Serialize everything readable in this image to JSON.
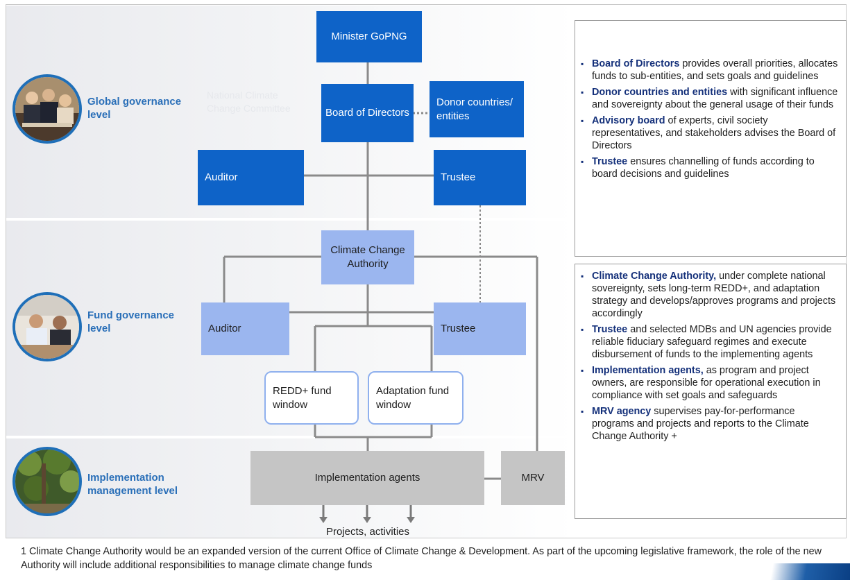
{
  "levels": {
    "global": "Global governance level",
    "fund": "Fund governance level",
    "implementation": "Implementation management level"
  },
  "ghost_text": "National Climate Change Committee",
  "nodes": {
    "minister": "Minister GoPNG",
    "board": "Board of Directors",
    "donor": "Donor countries/ entities",
    "auditor_top": "Auditor",
    "trustee_top": "Trustee",
    "cca": "Climate Change Authority",
    "auditor_fund": "Auditor",
    "trustee_fund": "Trustee",
    "redd_window": "REDD+ fund window",
    "adaptation_window": "Adaptation fund window",
    "agents": "Implementation agents",
    "mrv": "MRV",
    "projects": "Projects, activities"
  },
  "panel_top": [
    {
      "key": "Board of Directors",
      "text": " provides overall priorities, allocates funds to sub-entities, and sets goals and guidelines"
    },
    {
      "key": "Donor countries and entities",
      "text": " with significant influence and sovereignty about the general usage of their funds"
    },
    {
      "key": "Advisory board",
      "text": " of experts, civil society representatives, and stakeholders advises the Board of Directors"
    },
    {
      "key": "Trustee",
      "text": " ensures channelling of funds according to board decisions and guidelines"
    }
  ],
  "panel_bottom": [
    {
      "key": "Climate Change Authority,",
      "text": " under complete national sovereignty, sets long-term REDD+, and adaptation strategy and develops/approves programs and projects accordingly"
    },
    {
      "key": "Trustee",
      "text": " and selected MDBs and UN agencies provide reliable fiduciary safeguard regimes and execute disbursement of funds to the implementing agents"
    },
    {
      "key": "Implementation agents,",
      "text": " as program and project owners, are responsible for operational execution in compliance with set goals and safeguards"
    },
    {
      "key": "MRV agency",
      "text": " supervises pay-for-performance programs and projects and reports to the Climate Change Authority +"
    }
  ],
  "footnote": "1 Climate Change Authority would be an expanded version of the current Office of Climate Change & Development. As part of the upcoming legislative framework, the role of the new Authority will include additional responsibilities to manage climate change funds",
  "colors": {
    "dark_node": "#0e63c8",
    "light_node": "#9bb6ef",
    "gray_node": "#c5c5c5",
    "label_blue": "#2a6fb8",
    "keyword_navy": "#14307a",
    "connector": "#8a8a8a"
  }
}
